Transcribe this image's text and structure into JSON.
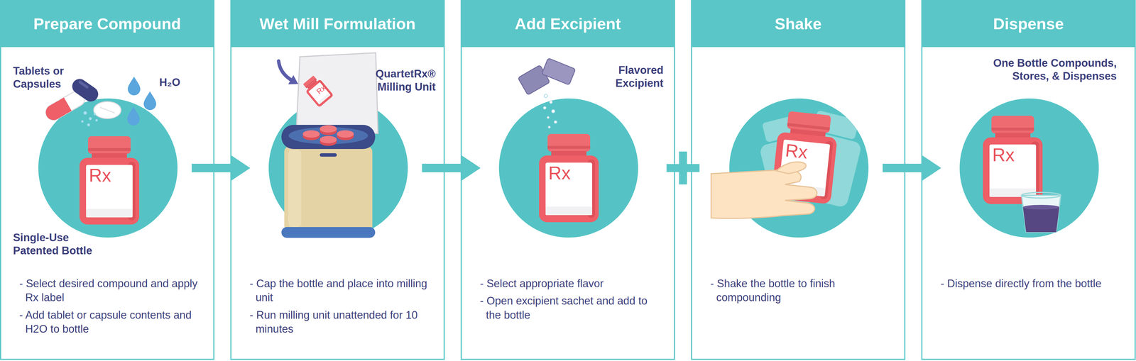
{
  "diagram": {
    "nodes": [
      {
        "text": [
          "Prepare Compound",
          "- Select desired compound and apply Rx label",
          "- Add tablet or capsule contents and H2O to bottle"
        ]
      },
      {
        "text": [
          "Wet Mill Formulation",
          "- Cap the bottle and place into milling unit",
          "- Run milling unit unattended for 10 minutes"
        ]
      },
      {
        "text": [
          "Add Excipient",
          "- Select appropriate flavor",
          "- Open excipient sachet and add to the bottle"
        ]
      },
      {
        "text": [
          "Shake",
          "- Shake the bottle to finish compounding"
        ]
      },
      {
        "text": [
          "Dispense",
          "- Dispense directly from the bottle"
        ]
      }
    ],
    "edges": [
      {
        "from": 0,
        "to": 1,
        "arrow": "to"
      },
      {
        "from": 1,
        "to": 2,
        "arrow": "to"
      },
      {
        "from": 2,
        "to": 3,
        "arrow": "none"
      },
      {
        "from": 3,
        "to": 4,
        "arrow": "to"
      }
    ],
    "labels": [
      "Tablets or Capsules",
      "H₂O",
      "Single-Use Patented Bottle",
      "Rx",
      "QuartetRx® Milling Unit",
      "Rx",
      "Flavored Excipient",
      "Rx",
      "Rx",
      "One Bottle Compounds, Stores, & Dispenses",
      "Rx"
    ]
  }
}
